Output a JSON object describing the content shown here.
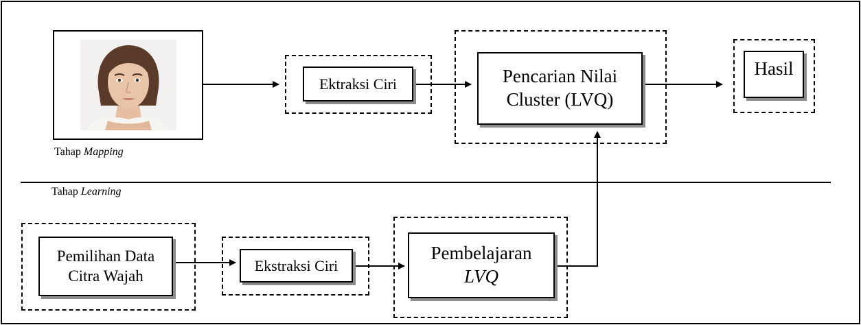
{
  "stages": {
    "mapping": {
      "prefix": "Tahap",
      "name": "Mapping"
    },
    "learning": {
      "prefix": "Tahap",
      "name": "Learning"
    }
  },
  "mapping_row": {
    "extract": "Ektraksi Ciri",
    "search_line1": "Pencarian Nilai",
    "search_line2": "Cluster (LVQ)",
    "result": "Hasil"
  },
  "learning_row": {
    "select_line1": "Pemilihan Data",
    "select_line2": "Citra Wajah",
    "extract": "Ekstraksi Ciri",
    "learn_line1": "Pembelajaran",
    "learn_line2": "LVQ"
  },
  "colors": {
    "stroke": "#000000",
    "shadow": "#8c8c8c",
    "skin": "#e8c3a8",
    "hair": "#5a3b2a"
  },
  "icons": {
    "input_image": "face-photo-icon"
  }
}
